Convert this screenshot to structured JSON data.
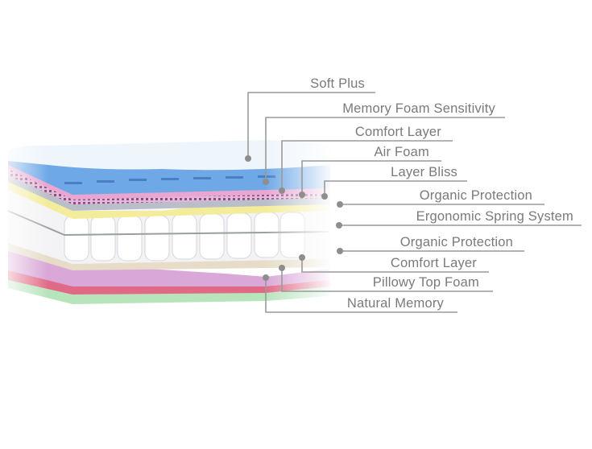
{
  "diagram": {
    "subject": "mattress-layers",
    "colors": {
      "line": "#9a9a9a",
      "text": "#7a7a7a"
    },
    "labels": [
      "Soft Plus",
      "Memory Foam  Sensitivity",
      "Comfort Layer",
      "Air Foam",
      "Layer Bliss",
      "Organic Protection",
      "Ergonomic Spring System",
      "Organic Protection",
      "Comfort Layer",
      "Pillowy Top Foam",
      "Natural Memory"
    ]
  }
}
